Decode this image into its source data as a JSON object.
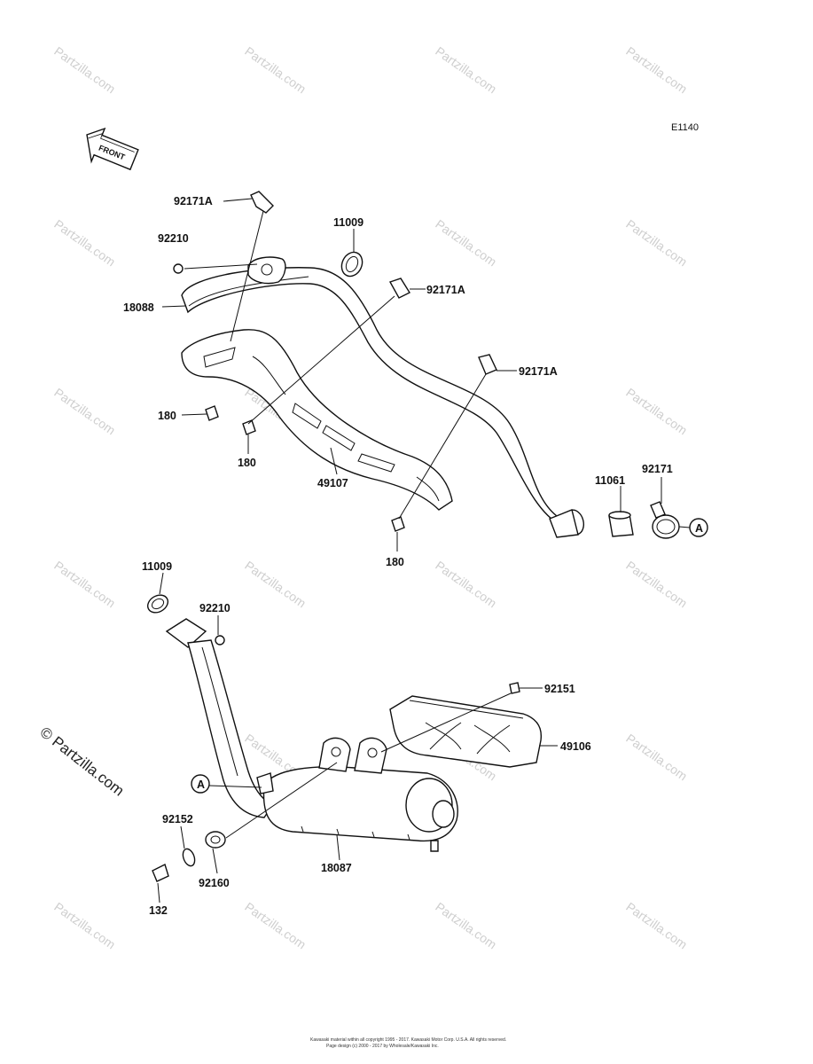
{
  "diagram": {
    "code": "E1140",
    "front_label": "FRONT",
    "ref_letter": "A",
    "parts": {
      "bracket_top": "92171A",
      "nut_upper": "92210",
      "gasket_upper": "11009",
      "pipe_upper": "18088",
      "bracket_mid": "92171A",
      "bracket_right": "92171A",
      "bolt_left": "180",
      "bolt_mid": "180",
      "guard_upper": "49107",
      "bolt_low": "180",
      "sleeve": "11061",
      "clamp": "92171",
      "gasket_lower": "11009",
      "nut_lower": "92210",
      "screw_guard": "92151",
      "guard_lower": "49106",
      "washer": "92152",
      "damper": "92160",
      "bolt_muffler": "132",
      "muffler": "18087"
    },
    "watermark": "© Partzilla.com",
    "watermark_small": "Partzilla.com",
    "footer_line1": "Kawasaki material within all copyright 1995 - 2017. Kawasaki Motor Corp. U.S.A. All rights reserved.",
    "footer_line2": "Page design (c) 2000 - 2017 by Wholesale/Kawasaki Inc."
  }
}
